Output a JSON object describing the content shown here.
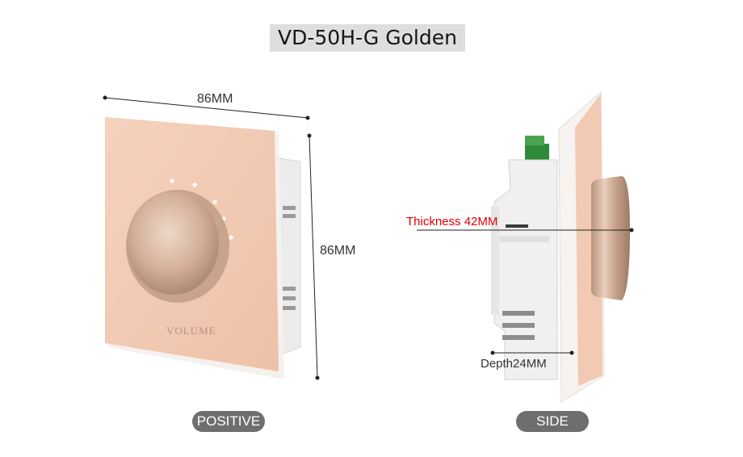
{
  "header": {
    "title": "VD-50H-G Golden"
  },
  "front_view": {
    "width_label": "86MM",
    "height_label": "86MM",
    "knob_label": "VOLUME",
    "caption": "POSITIVE"
  },
  "side_view": {
    "thickness_label": "Thickness 42MM",
    "depth_label": "Depth24MM",
    "caption": "SIDE"
  },
  "colors": {
    "panel": "#f3cbb4",
    "knob": "#d8b6a0",
    "caption_bg": "#6e6e6e",
    "title_bg": "#dedede",
    "highlight_text": "#e00000"
  }
}
